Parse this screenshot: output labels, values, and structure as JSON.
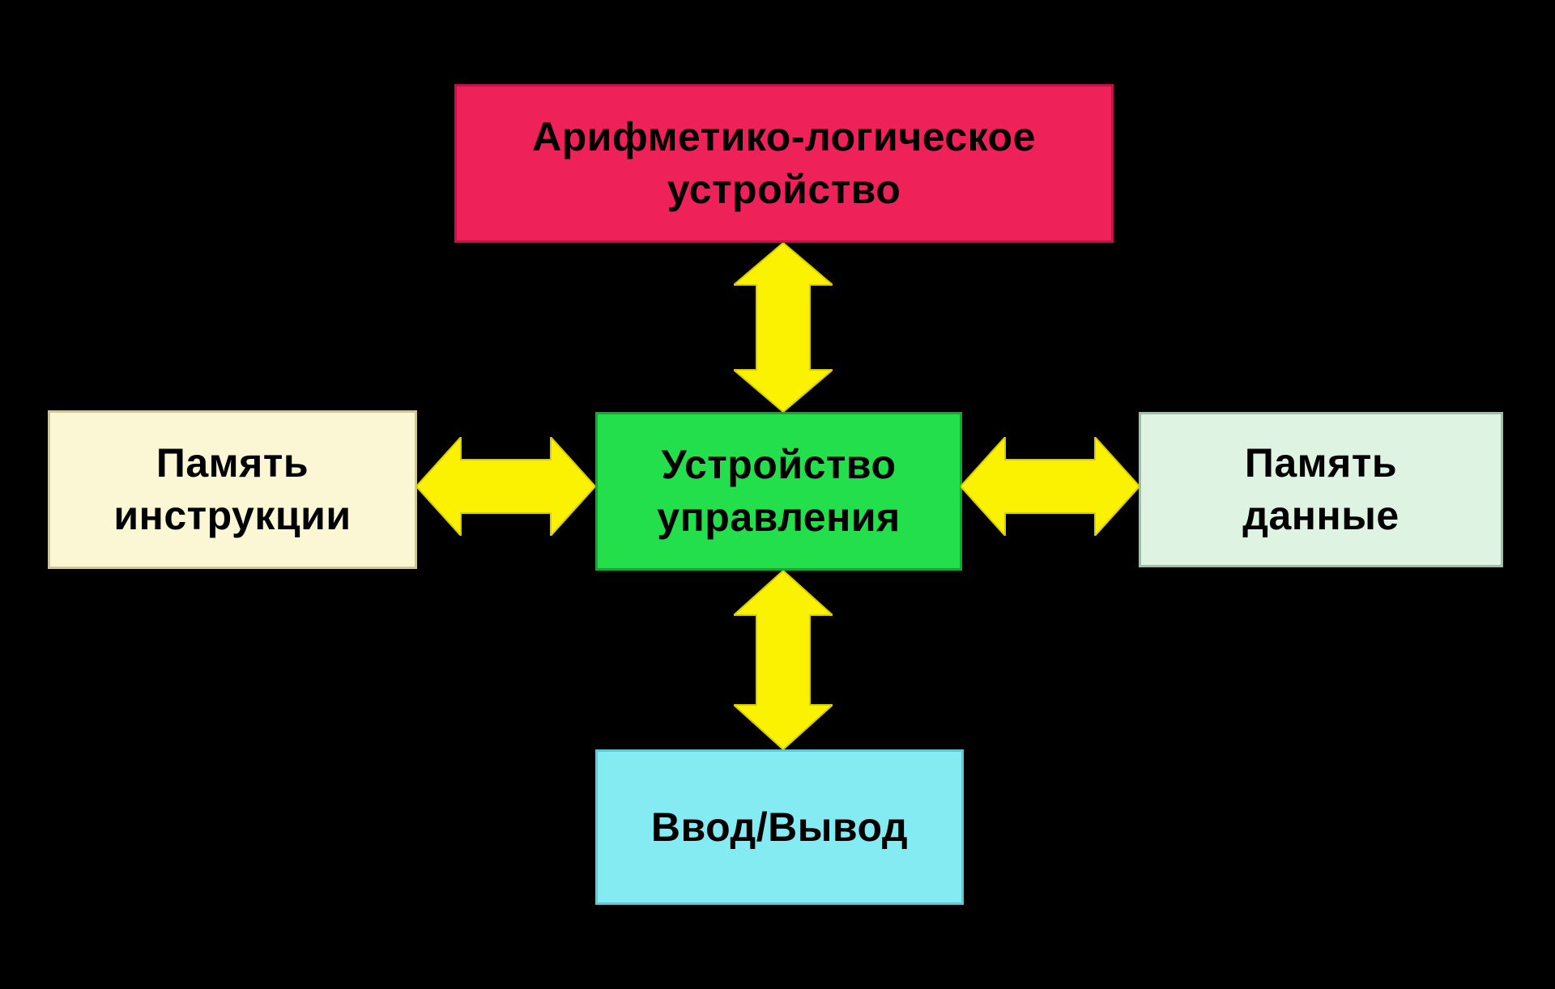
{
  "colors": {
    "background": "#000000",
    "alu_fill": "#EF2159",
    "alu_border": "#C81048",
    "control_fill": "#23DF4B",
    "control_border": "#12A833",
    "imem_fill": "#FBF7D5",
    "imem_border": "#CFC98F",
    "dmem_fill": "#DFF3E3",
    "dmem_border": "#9FBFAA",
    "io_fill": "#85EBF2",
    "io_border": "#5FC9D6",
    "arrow_fill": "#FAF200",
    "arrow_stroke": "#D8CC00"
  },
  "diagram": {
    "nodes": {
      "alu": {
        "label": "Арифметико-логическое\nустройство"
      },
      "control": {
        "label": "Устройство\nуправления"
      },
      "instruction_memory": {
        "label": "Память\nинструкции"
      },
      "data_memory": {
        "label": "Память\nданные"
      },
      "io": {
        "label": "Ввод/Вывод"
      }
    },
    "arrows": [
      {
        "from": "alu",
        "to": "control",
        "direction": "bidirectional"
      },
      {
        "from": "instruction_memory",
        "to": "control",
        "direction": "bidirectional"
      },
      {
        "from": "control",
        "to": "data_memory",
        "direction": "bidirectional"
      },
      {
        "from": "control",
        "to": "io",
        "direction": "bidirectional"
      }
    ]
  }
}
